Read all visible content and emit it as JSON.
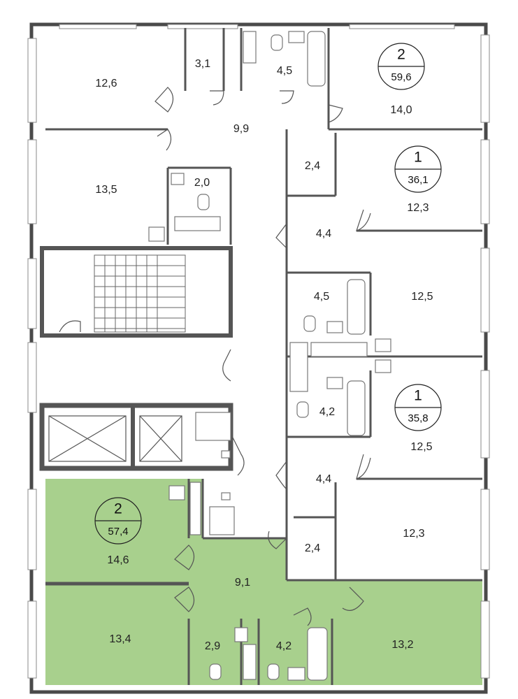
{
  "colors": {
    "highlight": "#a8d08d",
    "wall": "#4a4a4a",
    "thin_wall": "#6b6b6b",
    "window": "#dddddd",
    "fixture": "#777777"
  },
  "apartments": [
    {
      "id": "apt-2-top",
      "rooms": "2",
      "area": "59,6"
    },
    {
      "id": "apt-1-upper",
      "rooms": "1",
      "area": "36,1"
    },
    {
      "id": "apt-1-lower",
      "rooms": "1",
      "area": "35,8"
    },
    {
      "id": "apt-2-highlighted",
      "rooms": "2",
      "area": "57,4",
      "highlighted": true
    }
  ],
  "room_areas": [
    "12,6",
    "3,1",
    "4,5",
    "14,0",
    "9,9",
    "13,5",
    "2,0",
    "2,4",
    "12,3",
    "4,4",
    "4,5",
    "12,5",
    "4,2",
    "12,5",
    "4,4",
    "2,4",
    "12,3",
    "14,6",
    "9,1",
    "13,4",
    "2,9",
    "4,2",
    "13,2"
  ]
}
